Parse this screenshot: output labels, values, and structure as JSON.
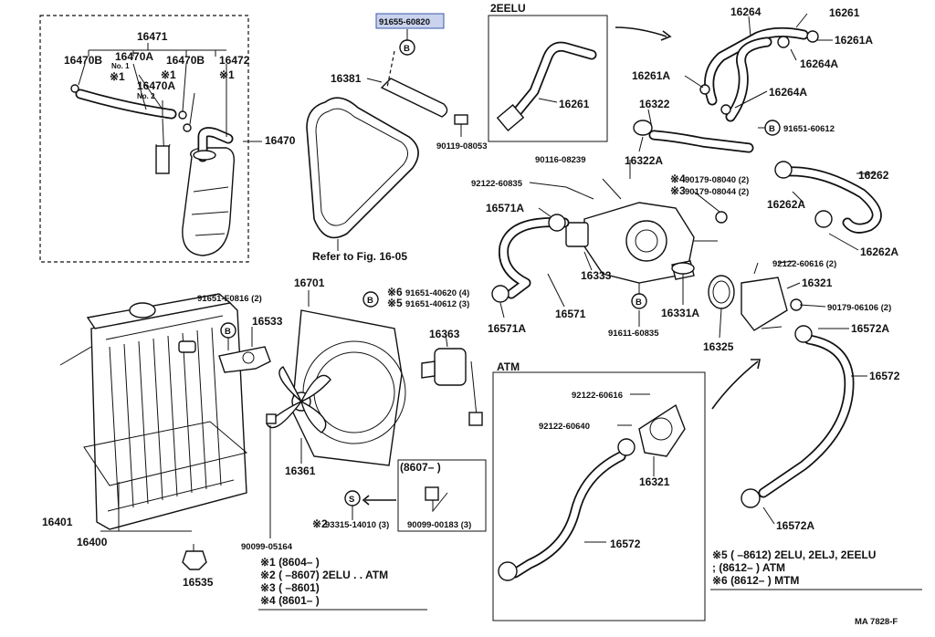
{
  "labels": {
    "p91655_60820": "91655-60820",
    "eelu": "2EELU",
    "p16264": "16264",
    "p16261_top": "16261",
    "p16261A_top": "16261A",
    "p16264A_top": "16264A",
    "p16471": "16471",
    "p16470B_l": "16470B",
    "no1": "No. 1",
    "p16470A_1": "16470A",
    "p16470B_r": "16470B",
    "p16472": "16472",
    "m1a": "※1",
    "m1b": "※1",
    "m1c": "※1",
    "p16470A_2": "16470A",
    "no2": "No. 2",
    "p16470": "16470",
    "p16381": "16381",
    "p16261_box": "16261",
    "p90119": "90119-08053",
    "p16261A_mid": "16261A",
    "p16264A_mid": "16264A",
    "p16322": "16322",
    "p91651_60612": "91651-60612",
    "p16322A": "16322A",
    "p90116": "90116-08239",
    "m4": "※4",
    "p90179_08040": "90179-08040 (2)",
    "m3": "※3",
    "p90179_08044": "90179-08044 (2)",
    "p16262": "16262",
    "p92122_60835": "92122-60835",
    "p16262A_a": "16262A",
    "p16571A_top": "16571A",
    "p16262A_b": "16262A",
    "refer": "Refer to Fig. 16-05",
    "p92122_60616_top": "92122-60616 (2)",
    "p16333": "16333",
    "p16321_top": "16321",
    "p16701": "16701",
    "m6": "※6",
    "p91651_40620": "91651-40620 (4)",
    "m5": "※5",
    "p91651_40612": "91651-40612 (3)",
    "p91651_F0816": "91651-F0816 (2)",
    "p16533": "16533",
    "p16571": "16571",
    "p16331A": "16331A",
    "p90179_06106": "90179-06106 (2)",
    "p16571A_bot": "16571A",
    "p91611_60835": "91611-60835",
    "p16572A_top": "16572A",
    "p16363": "16363",
    "p16325": "16325",
    "atm": "ATM",
    "p16572_right": "16572",
    "p92122_60616_atm": "92122-60616",
    "p92122_60640": "92122-60640",
    "p16361": "16361",
    "p8607": "(8607–       )",
    "p16321_atm": "16321",
    "p16572A_bot": "16572A",
    "p16401": "16401",
    "m2": "※2",
    "p93315": "93315-14010 (3)",
    "p90099_00183": "90099-00183 (3)",
    "p16400": "16400",
    "p90099_05164": "90099-05164",
    "p16572_atm": "16572",
    "p16535": "16535",
    "b": "B",
    "s": "S",
    "footnote_id": "MA  7828-F"
  },
  "notes_left": [
    "※1 (8604–          )",
    "※2 (          –8607) 2ELU . . ATM",
    "※3 (          –8601)",
    "※4 (8601–          )"
  ],
  "notes_right": [
    "※5 (          –8612) 2ELU, 2ELJ, 2EELU",
    "     ; (8612–          ) ATM",
    "※6 (8612–          ) MTM"
  ],
  "colors": {
    "ink": "#111111",
    "highlight_fill": "#c9d3ee",
    "highlight_stroke": "#3b57a8"
  }
}
